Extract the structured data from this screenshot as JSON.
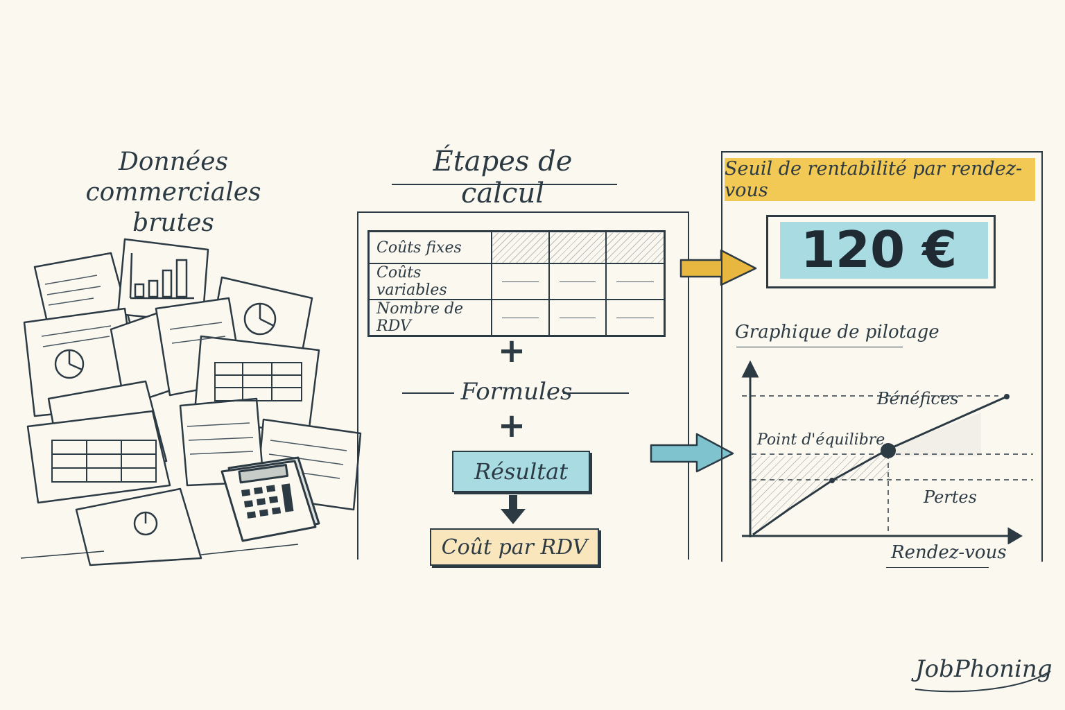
{
  "left_column": {
    "title_line1": "Données commerciales",
    "title_line2": "brutes"
  },
  "middle_column": {
    "title": "Étapes de calcul",
    "table_rows": [
      "Coûts fixes",
      "Coûts variables",
      "Nombre de RDV"
    ],
    "formules_label": "Formules",
    "resultat_label": "Résultat",
    "cout_label": "Coût par RDV"
  },
  "right_column": {
    "seuil_title": "Seuil de rentabilité par rendez-vous",
    "seuil_value": "120 €",
    "graph_title": "Graphique de pilotage",
    "annotations": {
      "benefices": "Bénéfices",
      "point_equilibre": "Point d'équilibre",
      "pertes": "Pertes"
    },
    "xlabel": "Rendez-vous"
  },
  "logo": "JobPhoning",
  "colors": {
    "ink": "#2c3a44",
    "paper": "#fbf8f0",
    "yellow": "#f2c955",
    "light_blue": "#a9dbe3",
    "cream": "#f9e6bd",
    "arrow_yellow": "#e8b73f",
    "arrow_blue": "#7fc3cf"
  }
}
